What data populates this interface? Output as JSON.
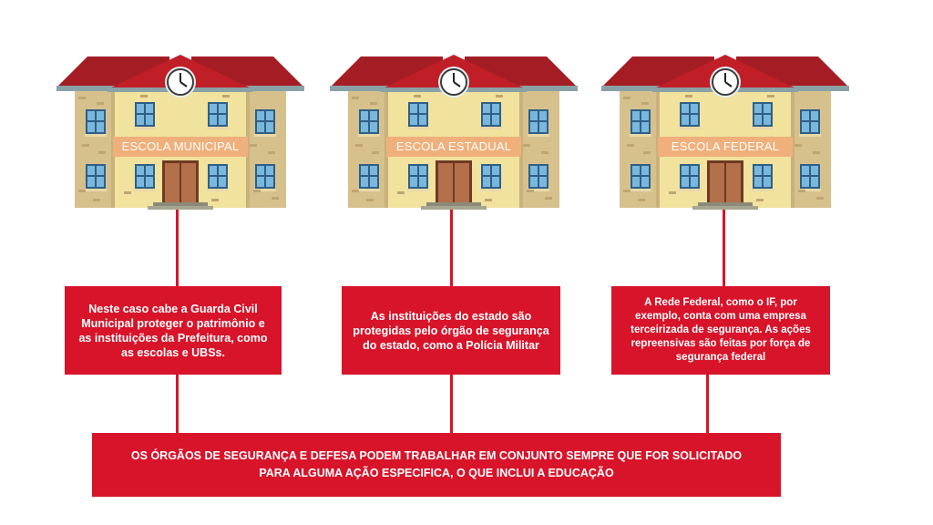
{
  "schools": [
    {
      "label": "ESCOLA MUNICIPAL",
      "description": "Neste caso cabe a Guarda Civil Municipal proteger o patrimônio e as instituições da Prefeitura, como as escolas e UBSs."
    },
    {
      "label": "ESCOLA ESTADUAL",
      "description": "As instituições do estado são protegidas pelo órgão de segurança do estado, como a Polícia Militar"
    },
    {
      "label": "ESCOLA FEDERAL",
      "description": "A Rede Federal, como o IF, por exemplo, conta com uma empresa terceirizada de segurança. As ações repreensivas são feitas por força de segurança federal"
    }
  ],
  "summary": "OS ÓRGÃOS DE SEGURANÇA E DEFESA PODEM TRABALHAR EM CONJUNTO SEMPRE QUE FOR SOLICITADO PARA ALGUMA AÇÃO ESPECIFICA, O QUE INCLUI A EDUCAÇÃO",
  "colors": {
    "accent_red": "#d7142a",
    "roof": "#a51d24",
    "wall": "#f1e29e",
    "wing": "#d6c18d",
    "label_band": "#f0b07b",
    "door": "#b4704a",
    "window": "#7ab7dc"
  },
  "icons": [
    "school-building-icon",
    "clock-icon",
    "window-icon",
    "door-icon"
  ]
}
